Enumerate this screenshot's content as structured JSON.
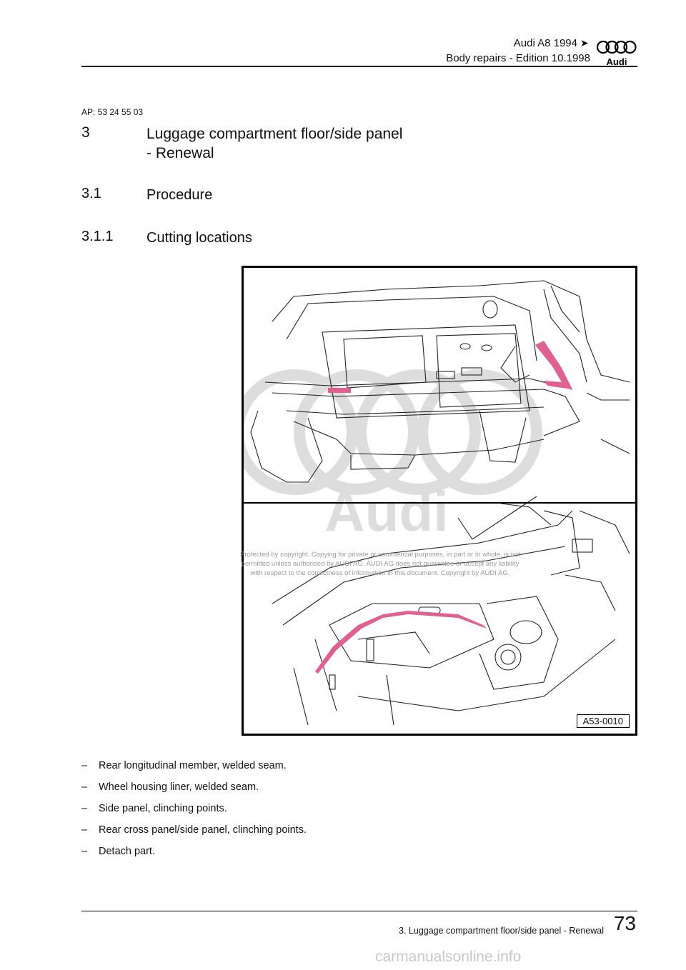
{
  "header": {
    "model": "Audi A8 1994",
    "arrow": "➤",
    "edition": "Body repairs - Edition 10.1998",
    "logo_text": "Audi"
  },
  "ap_number": "AP: 53 24 55 03",
  "headings": {
    "h3": {
      "number": "3",
      "text": "Luggage compartment floor/side panel - Renewal"
    },
    "h3_1": {
      "number": "3.1",
      "text": "Procedure"
    },
    "h3_1_1": {
      "number": "3.1.1",
      "text": "Cutting locations"
    }
  },
  "figure": {
    "label": "A53-0010",
    "highlight_color": "#e0608f"
  },
  "watermark": {
    "line1": "Protected by copyright. Copying for private or commercial purposes, in part or in whole, is not",
    "line2": "permitted unless authorised by AUDI AG. AUDI AG does not guarantee or accept any liability",
    "line3": "with respect to the correctness of information in this document. Copyright by AUDI AG."
  },
  "steps": [
    {
      "dash": "–",
      "text": "Rear longitudinal member, welded seam."
    },
    {
      "dash": "–",
      "text": "Wheel housing liner, welded seam."
    },
    {
      "dash": "–",
      "text": "Side panel, clinching points."
    },
    {
      "dash": "–",
      "text": "Rear cross panel/side panel, clinching points."
    },
    {
      "dash": "–",
      "text": "Detach part."
    }
  ],
  "footer": {
    "section": "3. Luggage compartment floor/side panel - Renewal",
    "page": "73"
  },
  "site_watermark": "carmanualsonline.info"
}
